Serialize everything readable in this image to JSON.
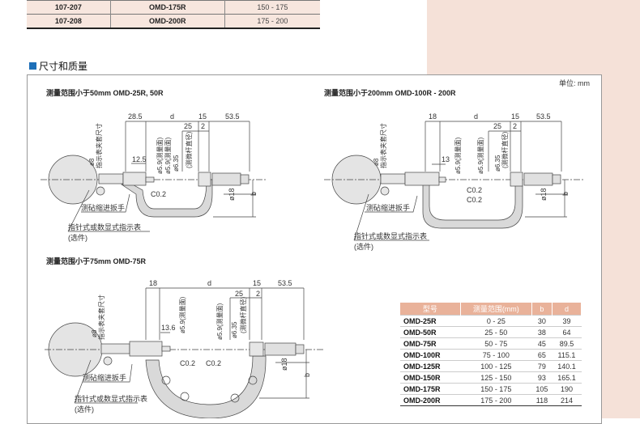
{
  "top_table": {
    "rows": [
      [
        "107-207",
        "OMD-175R",
        "150 - 175"
      ],
      [
        "107-208",
        "OMD-200R",
        "175 - 200"
      ]
    ]
  },
  "section_title": "尺寸和质量",
  "unit": "单位: mm",
  "diagrams": [
    {
      "title": "测量范围小于50mm  OMD-25R, 50R",
      "dims": [
        "28.5",
        "d",
        "15",
        "53.5",
        "25",
        "2",
        "12.5",
        "C0.2",
        "ø18",
        "b"
      ],
      "vtexts": [
        "指示表夹套尺寸",
        "ø8",
        "ø5.9(测量面)",
        "ø5.9(测量面)",
        "ø6.35",
        "(测微杆直径)"
      ],
      "labels": [
        "测砧缩进扳手",
        "指针式或数显式指示表",
        "(选件)"
      ]
    },
    {
      "title": "测量范围小于200mm  OMD-100R - 200R",
      "dims": [
        "18",
        "d",
        "15",
        "53.5",
        "25",
        "2",
        "13",
        "C0.2",
        "C0.2",
        "ø18",
        "b"
      ],
      "vtexts": [
        "指示表夹套尺寸",
        "ø8",
        "ø5.9(测量面)",
        "ø5.9(测量面)",
        "ø6.35",
        "(测微杆直径)"
      ],
      "labels": [
        "测砧缩进扳手",
        "指针式或数显式指示表",
        "(选件)"
      ]
    },
    {
      "title": "测量范围小于75mm  OMD-75R",
      "dims": [
        "18",
        "d",
        "15",
        "53.5",
        "25",
        "2",
        "13.6",
        "C0.2",
        "C0.2",
        "ø18",
        "b"
      ],
      "vtexts": [
        "指示表夹套尺寸",
        "ø8",
        "ø5.9(测量面)",
        "ø5.9(测量面)",
        "ø6.35",
        "(测微杆直径)"
      ],
      "labels": [
        "测砧缩进扳手",
        "指针式或数显式指示表",
        "(选件)"
      ]
    }
  ],
  "dim_table": {
    "headers": [
      "型号",
      "测量范围(mm)",
      "b",
      "d"
    ],
    "rows": [
      [
        "OMD-25R",
        "0 - 25",
        "30",
        "39"
      ],
      [
        "OMD-50R",
        "25 - 50",
        "38",
        "64"
      ],
      [
        "OMD-75R",
        "50 - 75",
        "45",
        "89.5"
      ],
      [
        "OMD-100R",
        "75 - 100",
        "65",
        "115.1"
      ],
      [
        "OMD-125R",
        "100 - 125",
        "79",
        "140.1"
      ],
      [
        "OMD-150R",
        "125 - 150",
        "93",
        "165.1"
      ],
      [
        "OMD-175R",
        "150 - 175",
        "105",
        "190"
      ],
      [
        "OMD-200R",
        "175 - 200",
        "118",
        "214"
      ]
    ]
  }
}
